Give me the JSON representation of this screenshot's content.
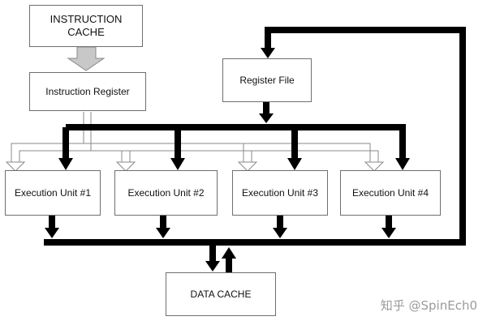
{
  "diagram": {
    "instruction_cache": "INSTRUCTION CACHE",
    "instruction_register": "Instruction Register",
    "register_file": "Register File",
    "execution_units": [
      "Execution Unit #1",
      "Execution Unit #2",
      "Execution Unit #3",
      "Execution Unit #4"
    ],
    "data_cache": "DATA CACHE",
    "colors": {
      "box_border": "#6f6f6f",
      "bus_black": "#000000",
      "bus_gray": "#b8b8b8",
      "text": "#111111"
    }
  },
  "watermark": "知乎 @SpinEch0"
}
